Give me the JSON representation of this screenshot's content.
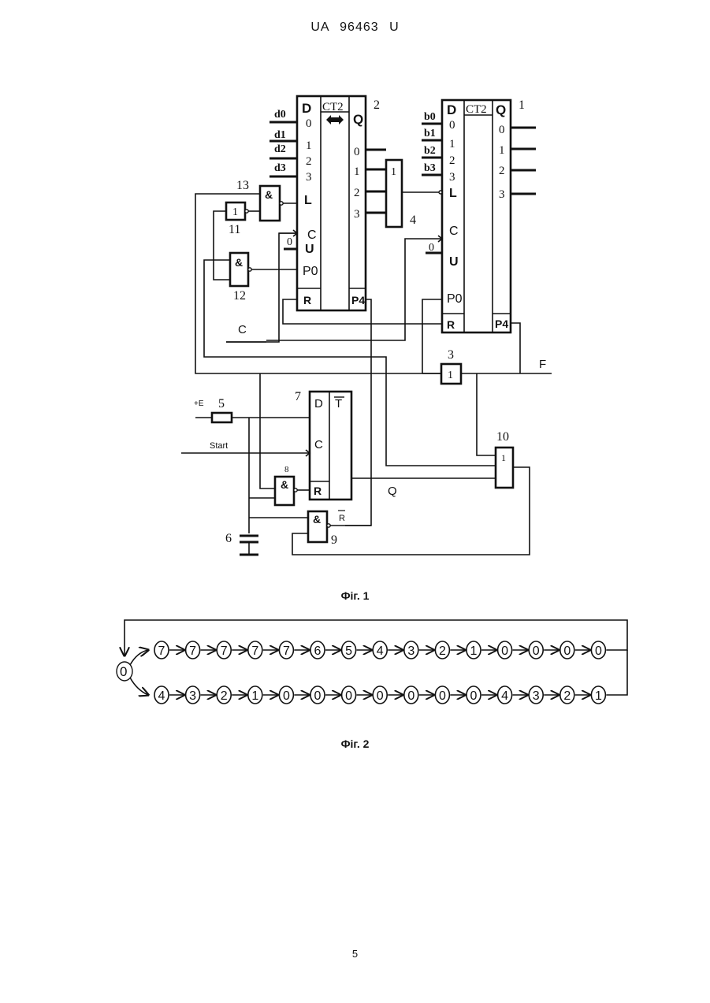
{
  "header": {
    "title": "UA   96463   U"
  },
  "figure1": {
    "caption": "Фіг. 1",
    "counter2": {
      "number": "2",
      "func": "CT2",
      "in_header": "D",
      "out_header": "Q",
      "data_inputs": [
        "d0",
        "d1",
        "d2",
        "d3"
      ],
      "in_bits": [
        "0",
        "1",
        "2",
        "3"
      ],
      "out_bits": [
        "0",
        "1",
        "2",
        "3"
      ],
      "pins": {
        "load": "L",
        "clock": "C",
        "updown": "U",
        "carry_in": "P0",
        "reset": "R",
        "carry_out": "P4"
      },
      "u_const": "0"
    },
    "counter1": {
      "number": "1",
      "func": "CT2",
      "in_header": "D",
      "out_header": "Q",
      "data_inputs": [
        "b0",
        "b1",
        "b2",
        "b3"
      ],
      "in_bits": [
        "0",
        "1",
        "2",
        "3"
      ],
      "out_bits": [
        "0",
        "1",
        "2",
        "3"
      ],
      "pins": {
        "load": "L",
        "clock": "C",
        "updown": "U",
        "carry_in": "P0",
        "reset": "R",
        "carry_out": "P4"
      },
      "u_const": "0"
    },
    "gates": {
      "g4": {
        "number": "4",
        "symbol": "1"
      },
      "g13": {
        "number": "13",
        "symbol": "&"
      },
      "g11": {
        "number": "11",
        "symbol": "1"
      },
      "g12": {
        "number": "12",
        "symbol": "&"
      },
      "g3": {
        "number": "3",
        "symbol": "1"
      },
      "g10": {
        "number": "10",
        "symbol": "1"
      },
      "g8": {
        "number": "8",
        "symbol": "&"
      },
      "g9": {
        "number": "9",
        "symbol": "&"
      }
    },
    "trigger": {
      "number": "7",
      "func": "T",
      "pins": {
        "d": "D",
        "c": "C",
        "r": "R"
      }
    },
    "resistor": {
      "number": "5",
      "supply": "+E"
    },
    "capacitor": {
      "number": "6"
    },
    "signals": {
      "clock": "C",
      "start": "Start",
      "f": "F",
      "q": "Q",
      "r_bar": "R"
    }
  },
  "figure2": {
    "caption": "Фіг. 2",
    "start": "0",
    "top_row": [
      "7",
      "7",
      "7",
      "7",
      "7",
      "6",
      "5",
      "4",
      "3",
      "2",
      "1",
      "0",
      "0",
      "0",
      "0"
    ],
    "bottom_row": [
      "4",
      "3",
      "2",
      "1",
      "0",
      "0",
      "0",
      "0",
      "0",
      "0",
      "0",
      "4",
      "3",
      "2",
      "1"
    ]
  },
  "footer": {
    "page_number": "5"
  }
}
